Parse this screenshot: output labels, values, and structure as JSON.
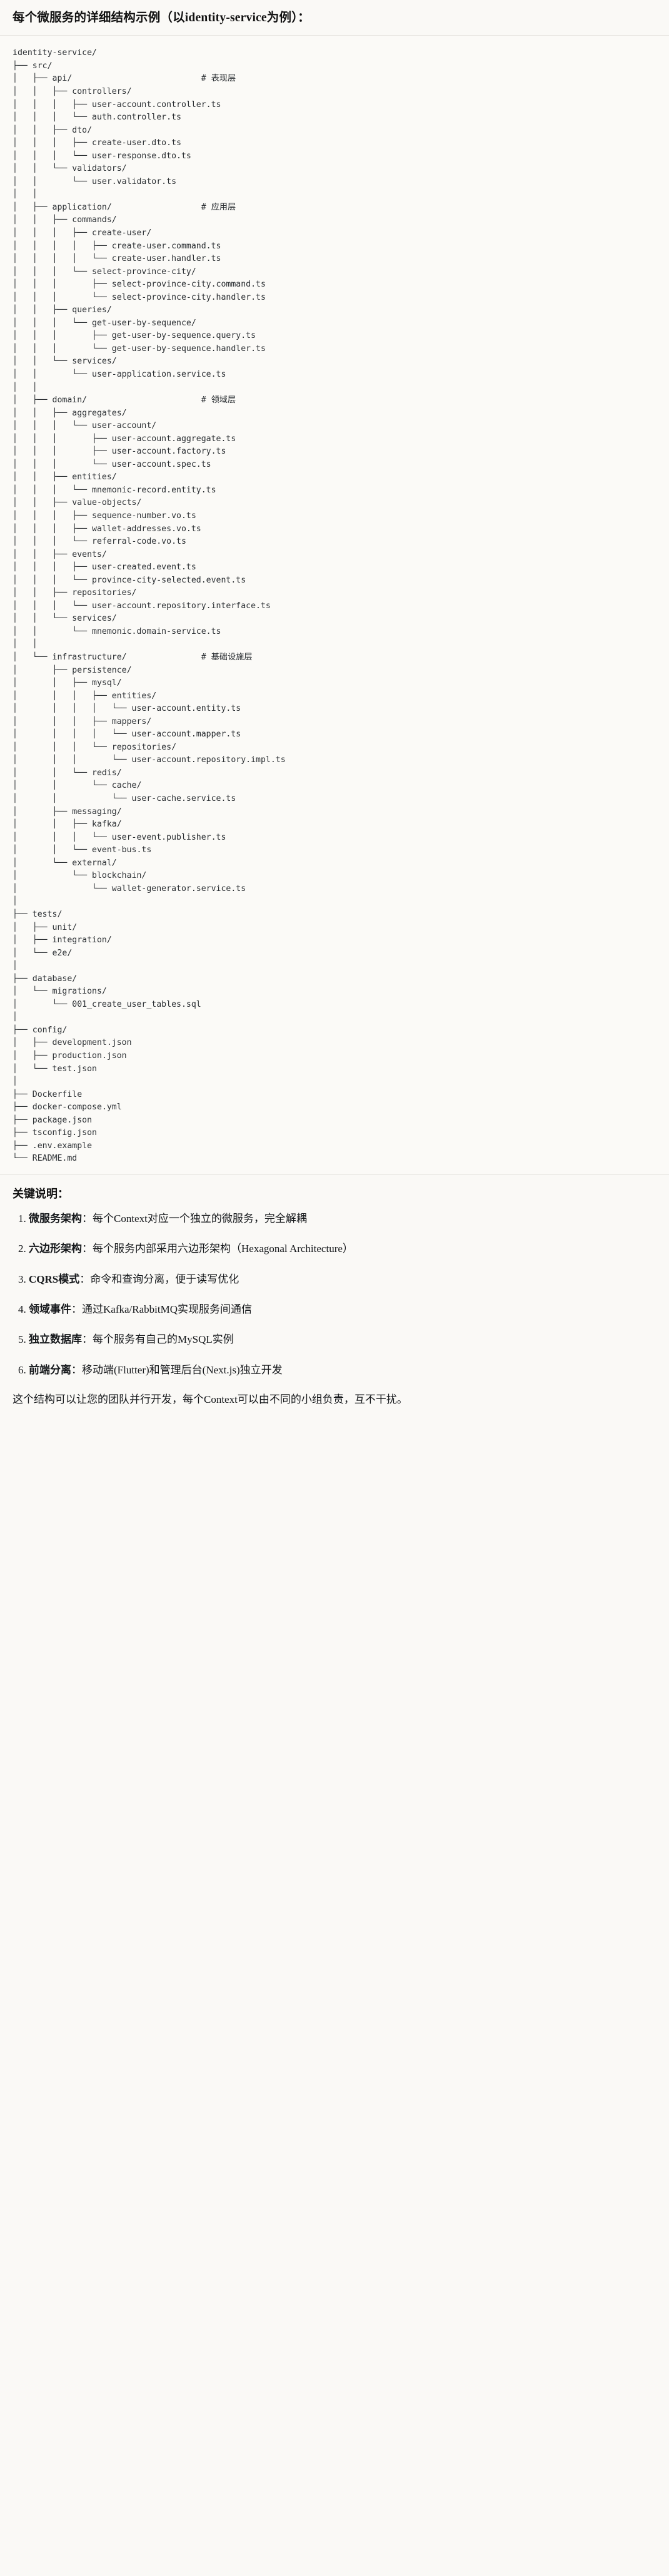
{
  "heading": "每个微服务的详细结构示例（以identity-service为例）：",
  "tree": {
    "text": "identity-service/\n├── src/\n│   ├── api/                          # 表现层\n│   │   ├── controllers/\n│   │   │   ├── user-account.controller.ts\n│   │   │   └── auth.controller.ts\n│   │   ├── dto/\n│   │   │   ├── create-user.dto.ts\n│   │   │   └── user-response.dto.ts\n│   │   └── validators/\n│   │       └── user.validator.ts\n│   │\n│   ├── application/                  # 应用层\n│   │   ├── commands/\n│   │   │   ├── create-user/\n│   │   │   │   ├── create-user.command.ts\n│   │   │   │   └── create-user.handler.ts\n│   │   │   └── select-province-city/\n│   │   │       ├── select-province-city.command.ts\n│   │   │       └── select-province-city.handler.ts\n│   │   ├── queries/\n│   │   │   └── get-user-by-sequence/\n│   │   │       ├── get-user-by-sequence.query.ts\n│   │   │       └── get-user-by-sequence.handler.ts\n│   │   └── services/\n│   │       └── user-application.service.ts\n│   │\n│   ├── domain/                       # 领域层\n│   │   ├── aggregates/\n│   │   │   └── user-account/\n│   │   │       ├── user-account.aggregate.ts\n│   │   │       ├── user-account.factory.ts\n│   │   │       └── user-account.spec.ts\n│   │   ├── entities/\n│   │   │   └── mnemonic-record.entity.ts\n│   │   ├── value-objects/\n│   │   │   ├── sequence-number.vo.ts\n│   │   │   ├── wallet-addresses.vo.ts\n│   │   │   └── referral-code.vo.ts\n│   │   ├── events/\n│   │   │   ├── user-created.event.ts\n│   │   │   └── province-city-selected.event.ts\n│   │   ├── repositories/\n│   │   │   └── user-account.repository.interface.ts\n│   │   └── services/\n│   │       └── mnemonic.domain-service.ts\n│   │\n│   └── infrastructure/               # 基础设施层\n│       ├── persistence/\n│       │   ├── mysql/\n│       │   │   ├── entities/\n│       │   │   │   └── user-account.entity.ts\n│       │   │   ├── mappers/\n│       │   │   │   └── user-account.mapper.ts\n│       │   │   └── repositories/\n│       │   │       └── user-account.repository.impl.ts\n│       │   └── redis/\n│       │       └── cache/\n│       │           └── user-cache.service.ts\n│       ├── messaging/\n│       │   ├── kafka/\n│       │   │   └── user-event.publisher.ts\n│       │   └── event-bus.ts\n│       └── external/\n│           └── blockchain/\n│               └── wallet-generator.service.ts\n│\n├── tests/\n│   ├── unit/\n│   ├── integration/\n│   └── e2e/\n│\n├── database/\n│   └── migrations/\n│       └── 001_create_user_tables.sql\n│\n├── config/\n│   ├── development.json\n│   ├── production.json\n│   └── test.json\n│\n├── Dockerfile\n├── docker-compose.yml\n├── package.json\n├── tsconfig.json\n├── .env.example\n└── README.md"
  },
  "notes": {
    "title": "关键说明：",
    "items": [
      {
        "term": "微服务架构",
        "sep": "：",
        "desc": "每个Context对应一个独立的微服务，完全解耦"
      },
      {
        "term": "六边形架构",
        "sep": "：",
        "desc": "每个服务内部采用六边形架构（Hexagonal Architecture）"
      },
      {
        "term": "CQRS模式",
        "sep": "：",
        "desc": "命令和查询分离，便于读写优化"
      },
      {
        "term": "领域事件",
        "sep": "：",
        "desc": "通过Kafka/RabbitMQ实现服务间通信"
      },
      {
        "term": "独立数据库",
        "sep": "：",
        "desc": "每个服务有自己的MySQL实例"
      },
      {
        "term": "前端分离",
        "sep": "：",
        "desc": "移动端(Flutter)和管理后台(Next.js)独立开发"
      }
    ],
    "closing": "这个结构可以让您的团队并行开发，每个Context可以由不同的小组负责，互不干扰。"
  }
}
